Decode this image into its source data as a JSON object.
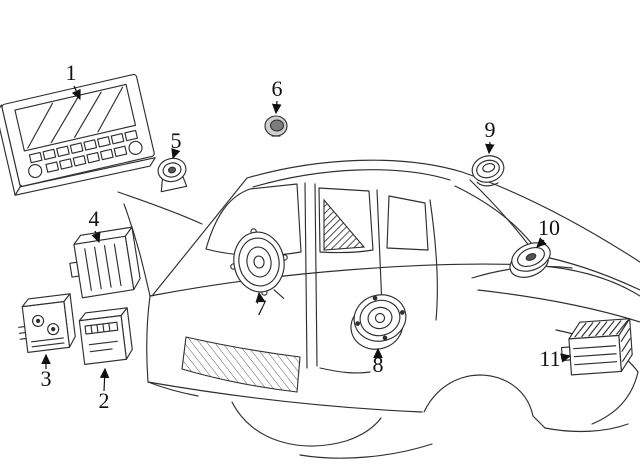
{
  "figure": {
    "background": "#ffffff",
    "line_color": "#2f2f2f",
    "text_color": "#111111"
  },
  "callouts": [
    {
      "label": "1",
      "icon": "radio-head-unit-icon"
    },
    {
      "label": "2",
      "icon": "control-module-icon"
    },
    {
      "label": "3",
      "icon": "connector-module-icon"
    },
    {
      "label": "4",
      "icon": "module-with-bracket-icon"
    },
    {
      "label": "5",
      "icon": "dash-speaker-icon"
    },
    {
      "label": "6",
      "icon": "dash-tweeter-icon"
    },
    {
      "label": "7",
      "icon": "front-door-speaker-icon"
    },
    {
      "label": "8",
      "icon": "rear-door-speaker-icon"
    },
    {
      "label": "9",
      "icon": "rear-tweeter-icon"
    },
    {
      "label": "10",
      "icon": "package-shelf-speaker-icon"
    },
    {
      "label": "11",
      "icon": "amplifier-icon"
    }
  ]
}
